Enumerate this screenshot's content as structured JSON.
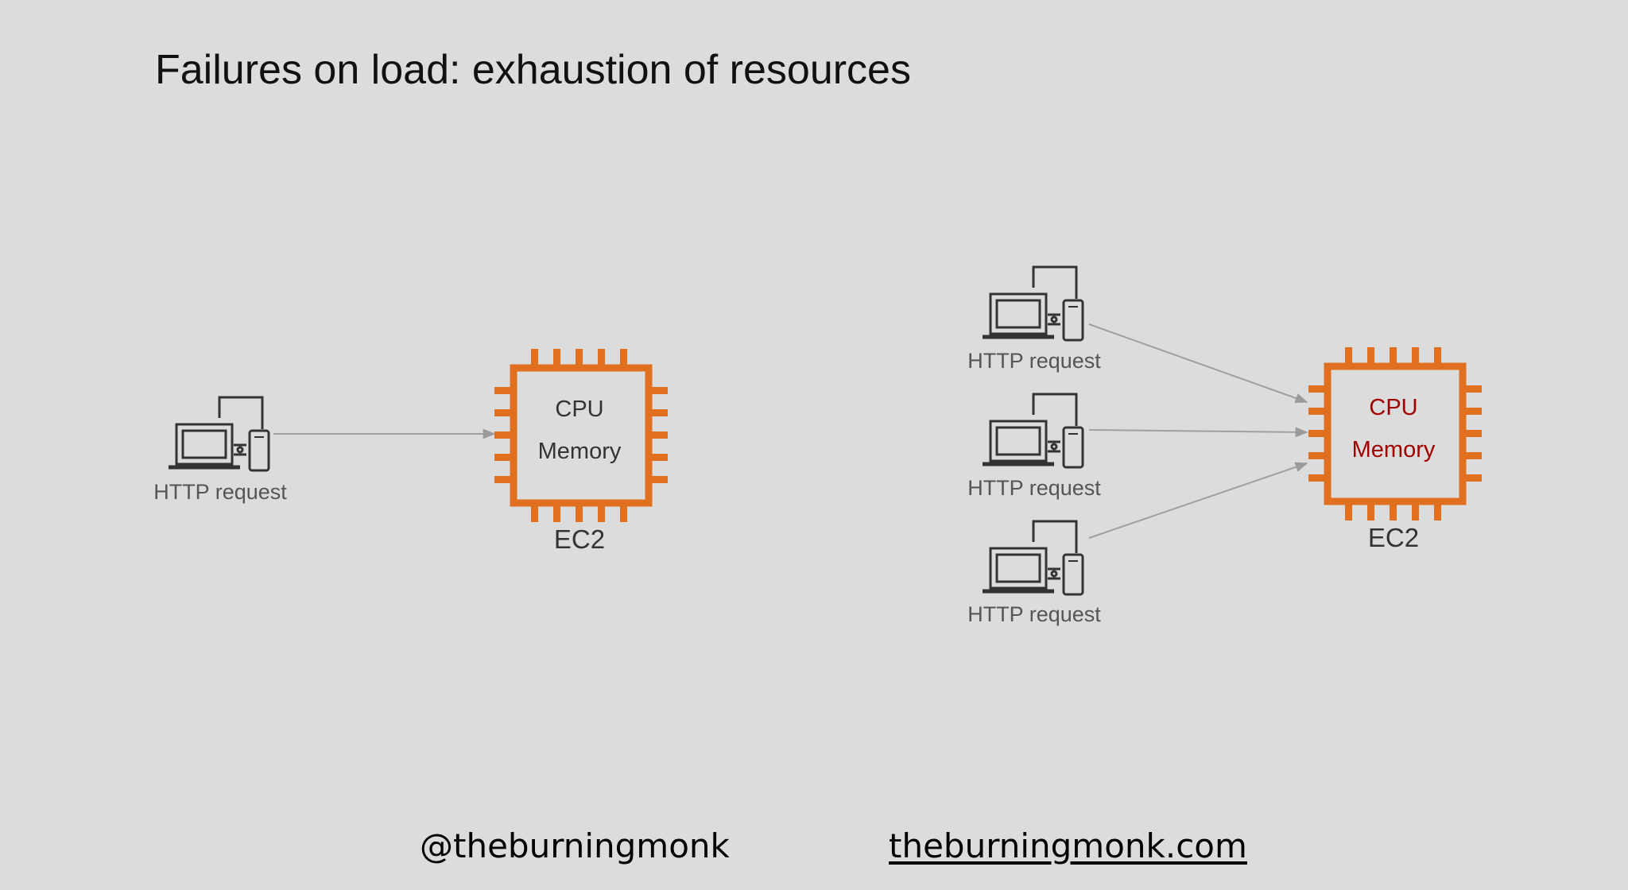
{
  "slide": {
    "title": "Failures on load: exhaustion of resources"
  },
  "left_scenario": {
    "client": {
      "label": "HTTP request",
      "icon": "client-devices-icon"
    },
    "server": {
      "icon": "ec2-chip-icon",
      "line1": "CPU",
      "line2": "Memory",
      "caption": "EC2",
      "text_color": "#333333"
    }
  },
  "right_scenario": {
    "clients": [
      {
        "label": "HTTP request",
        "icon": "client-devices-icon"
      },
      {
        "label": "HTTP request",
        "icon": "client-devices-icon"
      },
      {
        "label": "HTTP request",
        "icon": "client-devices-icon"
      }
    ],
    "server": {
      "icon": "ec2-chip-icon",
      "line1": "CPU",
      "line2": "Memory",
      "caption": "EC2",
      "text_color": "#a00000"
    }
  },
  "colors": {
    "background": "#dcdcdc",
    "chip_orange": "#e07020",
    "arrow_gray": "#a0a0a0",
    "icon_dark": "#333333",
    "overload_red": "#a00000"
  },
  "footer": {
    "handle": "@theburningmonk",
    "website": "theburningmonk.com"
  }
}
